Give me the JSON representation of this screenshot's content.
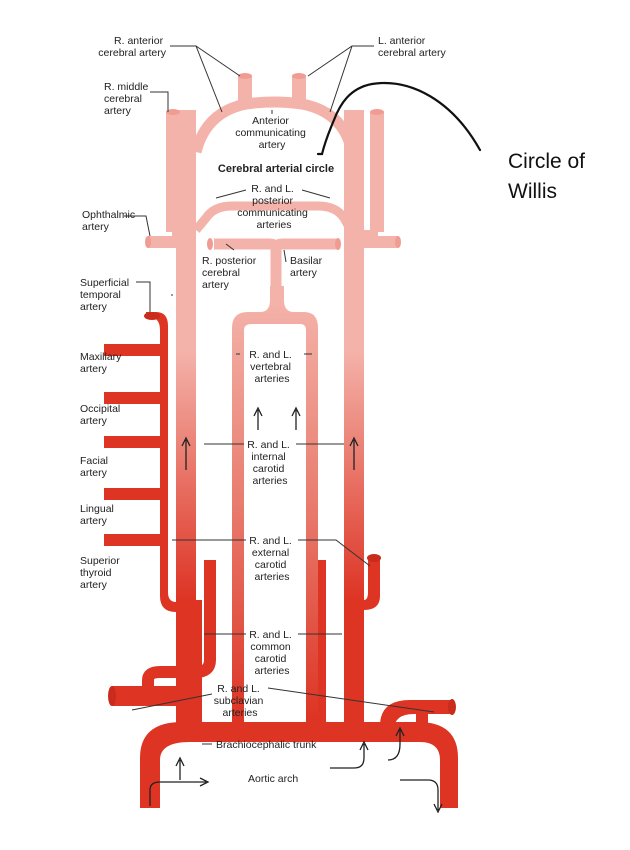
{
  "labels": {
    "r_anterior_cerebral": [
      "R. anterior",
      "cerebral artery"
    ],
    "l_anterior_cerebral": [
      "L. anterior",
      "cerebral artery"
    ],
    "r_middle_cerebral": [
      "R. middle",
      "cerebral",
      "artery"
    ],
    "anterior_communicating": [
      "Anterior",
      "communicating",
      "artery"
    ],
    "cerebral_arterial_circle": "Cerebral arterial circle",
    "posterior_communicating": [
      "R. and L.",
      "posterior",
      "communicating",
      "arteries"
    ],
    "ophthalmic": [
      "Ophthalmic",
      "artery"
    ],
    "r_posterior_cerebral": [
      "R. posterior",
      "cerebral",
      "artery"
    ],
    "basilar": [
      "Basilar",
      "artery"
    ],
    "superficial_temporal": [
      "Superficial",
      "temporal",
      "artery"
    ],
    "maxillary": [
      "Maxillary",
      "artery"
    ],
    "occipital": [
      "Occipital",
      "artery"
    ],
    "facial": [
      "Facial",
      "artery"
    ],
    "lingual": [
      "Lingual",
      "artery"
    ],
    "superior_thyroid": [
      "Superior",
      "thyroid",
      "artery"
    ],
    "vertebral": [
      "R. and L.",
      "vertebral",
      "arteries"
    ],
    "internal_carotid": [
      "R. and L.",
      "internal",
      "carotid",
      "arteries"
    ],
    "external_carotid": [
      "R. and L.",
      "external",
      "carotid",
      "arteries"
    ],
    "common_carotid": [
      "R. and L.",
      "common",
      "carotid",
      "arteries"
    ],
    "subclavian": [
      "R. and L.",
      "subclavian",
      "arteries"
    ],
    "brachiocephalic": "Brachiocephalic trunk",
    "aortic_arch": "Aortic arch"
  },
  "annotation": {
    "lines": [
      "Circle of",
      "Willis"
    ]
  },
  "colors": {
    "artery_red": "#dd3424",
    "artery_pink": "#f4b3aa",
    "artery_pink_dark": "#f09c92",
    "annotation_ink": "#111111"
  }
}
